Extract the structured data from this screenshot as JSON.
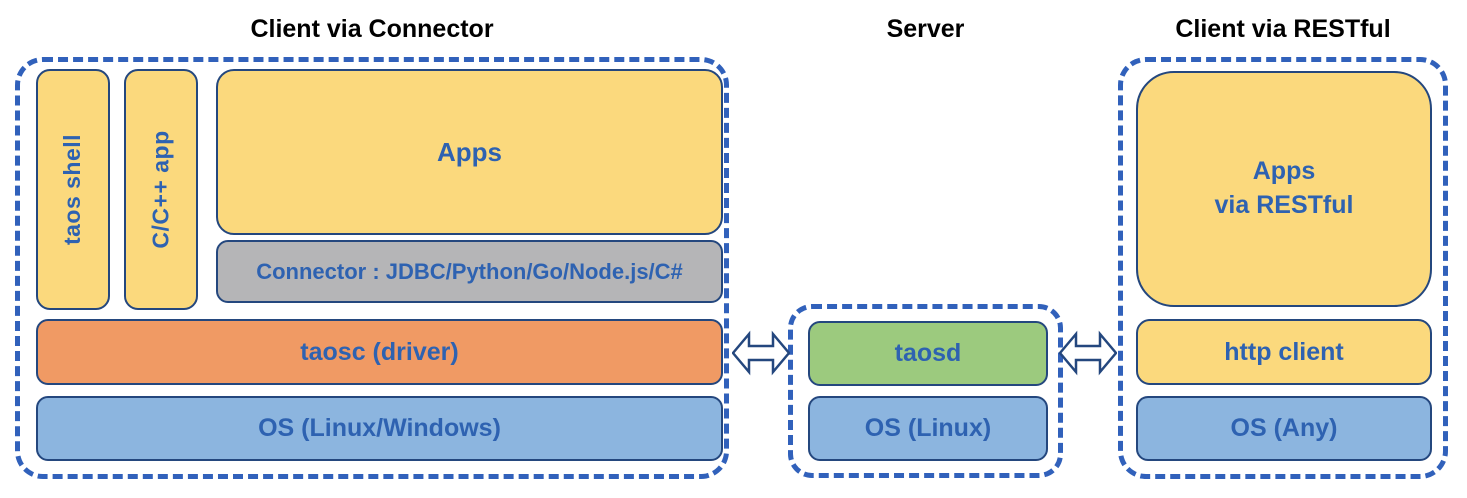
{
  "palette": {
    "dash-blue": "#3161bb",
    "box-border": "#24477e",
    "text-blue": "#2e62b1",
    "title-black": "#000000",
    "yellow": "#fbd97d",
    "orange": "#f09a64",
    "light-blue": "#8cb5df",
    "green": "#9cca7e",
    "gray": "#b5b5b7",
    "arrow-fill": "#ffffff"
  },
  "sections": [
    {
      "id": "client-via-connector",
      "title": "Client via Connector",
      "boxes": [
        {
          "id": "taos-shell",
          "label": "taos shell",
          "color": "yellow",
          "orientation": "vertical"
        },
        {
          "id": "cpp-app",
          "label": "C/C++ app",
          "color": "yellow",
          "orientation": "vertical"
        },
        {
          "id": "apps",
          "label": "Apps",
          "color": "yellow"
        },
        {
          "id": "connector",
          "label": "Connector : JDBC/Python/Go/Node.js/C#",
          "color": "gray"
        },
        {
          "id": "taosc-driver",
          "label": "taosc (driver)",
          "color": "orange"
        },
        {
          "id": "os-linux-windows",
          "label": "OS (Linux/Windows)",
          "color": "blue"
        }
      ]
    },
    {
      "id": "server",
      "title": "Server",
      "boxes": [
        {
          "id": "taosd",
          "label": "taosd",
          "color": "green"
        },
        {
          "id": "os-linux",
          "label": "OS (Linux)",
          "color": "blue"
        }
      ]
    },
    {
      "id": "client-via-restful",
      "title": "Client via RESTful",
      "boxes": [
        {
          "id": "apps-via-restful",
          "lines": [
            "Apps",
            "via RESTful"
          ],
          "color": "yellow"
        },
        {
          "id": "http-client",
          "label": "http client",
          "color": "yellow"
        },
        {
          "id": "os-any",
          "label": "OS (Any)",
          "color": "blue"
        }
      ]
    }
  ],
  "arrows": [
    {
      "id": "connector-server-link",
      "direction": "bidirectional"
    },
    {
      "id": "server-restful-link",
      "direction": "bidirectional"
    }
  ]
}
